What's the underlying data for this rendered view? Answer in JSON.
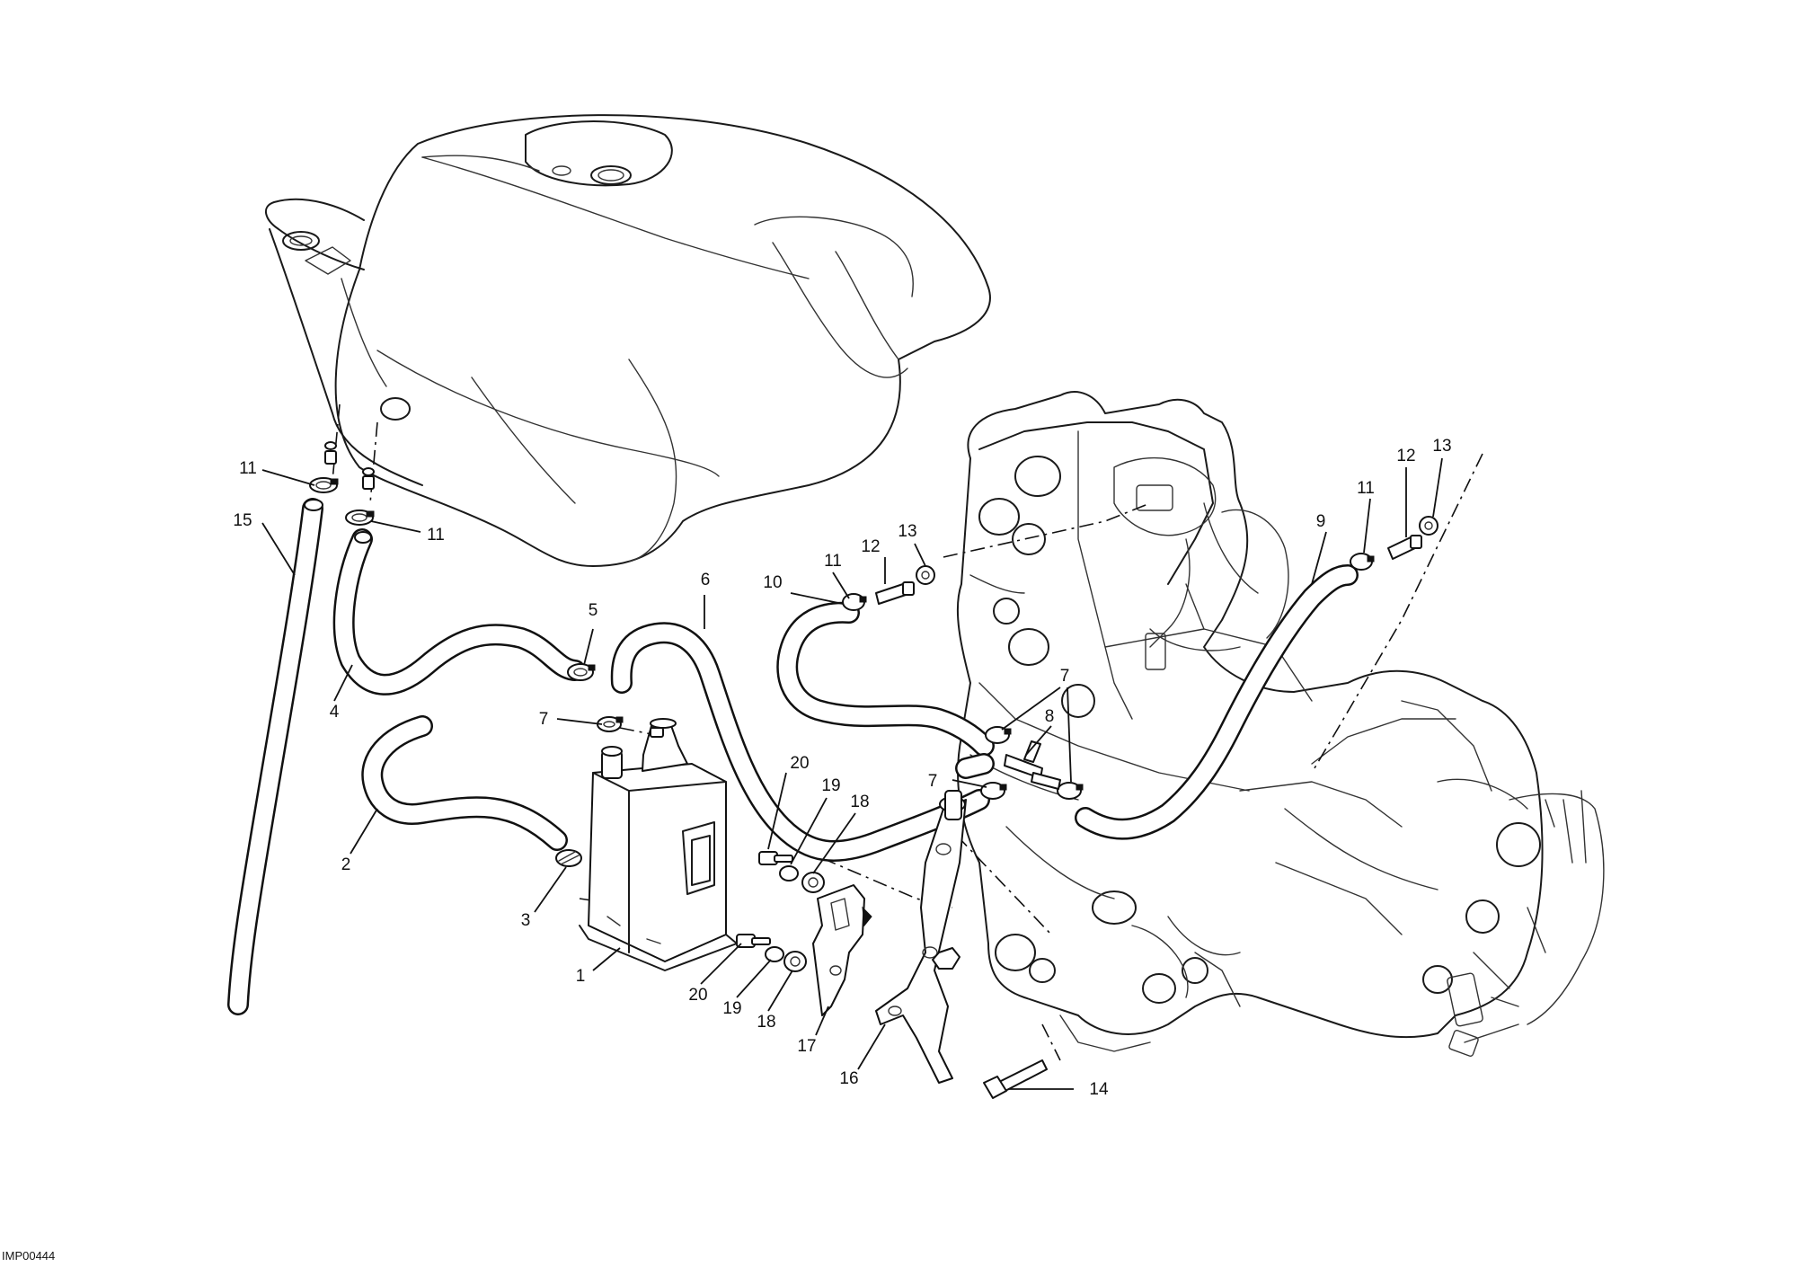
{
  "drawing": {
    "reference_code": "IMP00444"
  },
  "callouts": [
    {
      "id": "c1",
      "text": "1"
    },
    {
      "id": "c2",
      "text": "2"
    },
    {
      "id": "c3",
      "text": "3"
    },
    {
      "id": "c4",
      "text": "4"
    },
    {
      "id": "c5",
      "text": "5"
    },
    {
      "id": "c6",
      "text": "6"
    },
    {
      "id": "c7a",
      "text": "7"
    },
    {
      "id": "c7b",
      "text": "7"
    },
    {
      "id": "c7c",
      "text": "7"
    },
    {
      "id": "c8",
      "text": "8"
    },
    {
      "id": "c9",
      "text": "9"
    },
    {
      "id": "c10",
      "text": "10"
    },
    {
      "id": "c11a",
      "text": "11"
    },
    {
      "id": "c11b",
      "text": "11"
    },
    {
      "id": "c11c",
      "text": "11"
    },
    {
      "id": "c11d",
      "text": "11"
    },
    {
      "id": "c12a",
      "text": "12"
    },
    {
      "id": "c12b",
      "text": "12"
    },
    {
      "id": "c13a",
      "text": "13"
    },
    {
      "id": "c13b",
      "text": "13"
    },
    {
      "id": "c14",
      "text": "14"
    },
    {
      "id": "c15",
      "text": "15"
    },
    {
      "id": "c16",
      "text": "16"
    },
    {
      "id": "c17",
      "text": "17"
    },
    {
      "id": "c18a",
      "text": "18"
    },
    {
      "id": "c18b",
      "text": "18"
    },
    {
      "id": "c19a",
      "text": "19"
    },
    {
      "id": "c19b",
      "text": "19"
    },
    {
      "id": "c20a",
      "text": "20"
    },
    {
      "id": "c20b",
      "text": "20"
    }
  ]
}
